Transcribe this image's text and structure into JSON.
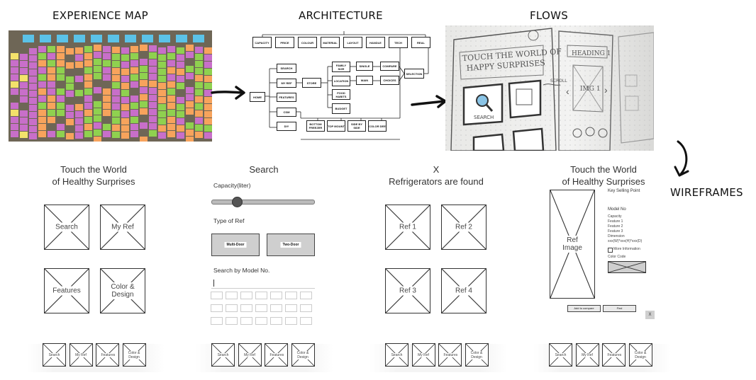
{
  "headings": {
    "experience_map": "EXPERIENCE MAP",
    "architecture": "ARCHITECTURE",
    "flows": "FLOWS",
    "wireframes": "WIREFRAMES"
  },
  "architecture": {
    "top_row": [
      "CAPACITY",
      "PRICE",
      "COLOUR",
      "MATERIAL",
      "LAYOUT",
      "HANDLE",
      "TECH",
      "REAL"
    ],
    "root": "HOME",
    "menu": [
      "SEARCH",
      "MY REF",
      "FEATURES",
      "CSM",
      "DIY"
    ],
    "middle": "STORE",
    "col3": [
      "FAMILY SIZE",
      "LOCATION",
      "FOOD HABITS",
      "BUDGET"
    ],
    "col4": [
      "SINGLE",
      "MAIN"
    ],
    "col5": [
      "COMPARE",
      "CHOICES"
    ],
    "selection": "SELECTION",
    "bottom_row": [
      "BOTTOM FREEZER",
      "TOP MOUNT",
      "SIDE BY SIDE",
      "COLOR DEE"
    ]
  },
  "flows_sketch": {
    "title": "TOUCH THE WORLD OF HAPPY SURPRISES",
    "heading": "HEADING 1",
    "image": "IMG 1",
    "search": "SEARCH",
    "scroll": "SCROLL"
  },
  "wireframes": {
    "home": {
      "title_line1": "Touch the World",
      "title_line2": "of Healthy Surprises",
      "tiles": [
        "Search",
        "My Ref",
        "Features",
        "Color & Design"
      ]
    },
    "search": {
      "title": "Search",
      "capacity_label": "Capacity(liter)",
      "capacity_value": 0.25,
      "type_label": "Type of Ref",
      "type_options": [
        "Multi-Door",
        "Two-Door"
      ],
      "model_label": "Search by Model No."
    },
    "results": {
      "title_line1": "X",
      "title_line2": "Refrigerators are found",
      "tiles": [
        "Ref 1",
        "Ref 2",
        "Ref 3",
        "Ref 4"
      ]
    },
    "detail": {
      "title_line1": "Touch the World",
      "title_line2": "of Healthy Surprises",
      "image_label": "Ref Image",
      "key_selling_point": "Key Selling Point",
      "model_no": "Model No",
      "specs": [
        "Capacity",
        "Feature 1",
        "Feature 2",
        "Feature 3",
        "Dimension"
      ],
      "spec_value": "xxx(W)*xxx(H)*xxx(D)",
      "more_info": "More Information",
      "color_code": "Color Code",
      "buttons": [
        "Add to compare",
        "Find"
      ],
      "close": "X"
    },
    "tabbar": [
      "Search",
      "My Ref",
      "Features",
      "Color & Design"
    ]
  },
  "colors": {
    "sticky_pink": "#c86fc9",
    "sticky_green": "#8fd14f",
    "sticky_orange": "#f7a35c",
    "sticky_blue": "#5bc2e7",
    "sticky_yellow": "#f3e26b"
  }
}
